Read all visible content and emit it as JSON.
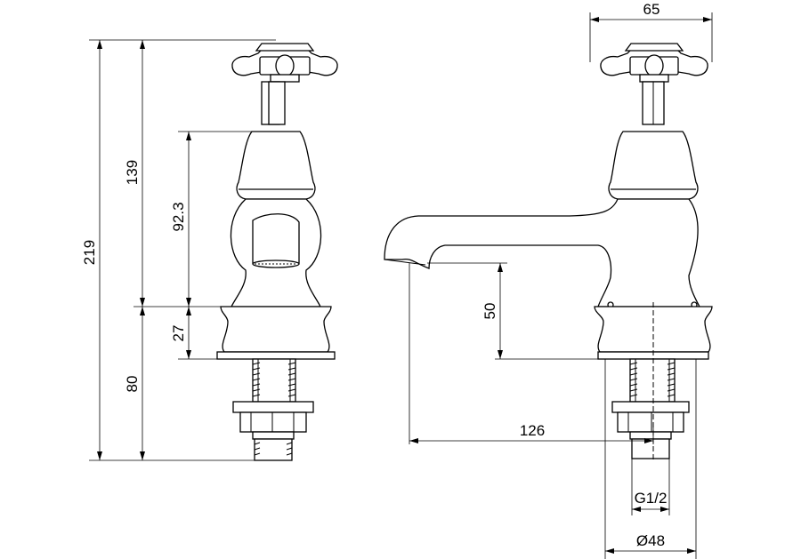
{
  "dimensions": {
    "total_height": "219",
    "upper_height": "139",
    "body_height": "92.3",
    "base_height": "27",
    "shank_length": "80",
    "handle_width": "65",
    "spout_height": "50",
    "spout_reach": "126",
    "thread": "G1/2",
    "base_diameter": "Ø48"
  }
}
